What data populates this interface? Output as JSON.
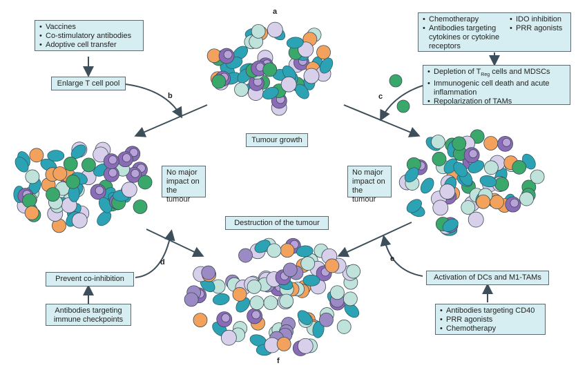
{
  "panels": {
    "a": "a",
    "b": "b",
    "c": "c",
    "d": "d",
    "e": "e",
    "f": "f"
  },
  "boxes": {
    "top_left_list": [
      "Vaccines",
      "Co-stimulatory antibodies",
      "Adoptive cell transfer"
    ],
    "enlarge": "Enlarge T cell pool",
    "tumour_growth": "Tumour growth",
    "top_right_list_col1": [
      "Chemotherapy",
      "Antibodies targeting cytokines or cytokine receptors"
    ],
    "top_right_list_col2": [
      "IDO inhibition",
      "PRR agonists"
    ],
    "depletion_prefix": "Depletion of T",
    "depletion_sub": "Reg",
    "depletion_suffix": " cells and MDSCs",
    "mid_right_list": [
      "Immunogenic cell death and acute inflammation",
      "Repolarization of TAMs"
    ],
    "no_impact_left": "No major impact on the tumour",
    "no_impact_right": "No major impact on the tumour",
    "destruction": "Destruction of the tumour",
    "prevent": "Prevent co-inhibition",
    "antibodies_checkpoints": "Antibodies targeting immune checkpoints",
    "activation": "Activation of DCs and M1-TAMs",
    "bottom_right_list": [
      "Antibodies targeting CD40",
      "PRR agonists",
      "Chemotherapy"
    ]
  },
  "colors": {
    "box_fill": "#d6eef1",
    "box_border": "#5a6a74",
    "arrow": "#3d4f5a",
    "teal_cell": "#2ba3b5",
    "purple_cell": "#8b6bb8",
    "lavender_cell": "#d8d0ea",
    "orange_cell": "#f2a25c",
    "green_cell": "#3aa86a",
    "pale_cell": "#bfe3da",
    "dc_cell": "#9b8ac4"
  }
}
